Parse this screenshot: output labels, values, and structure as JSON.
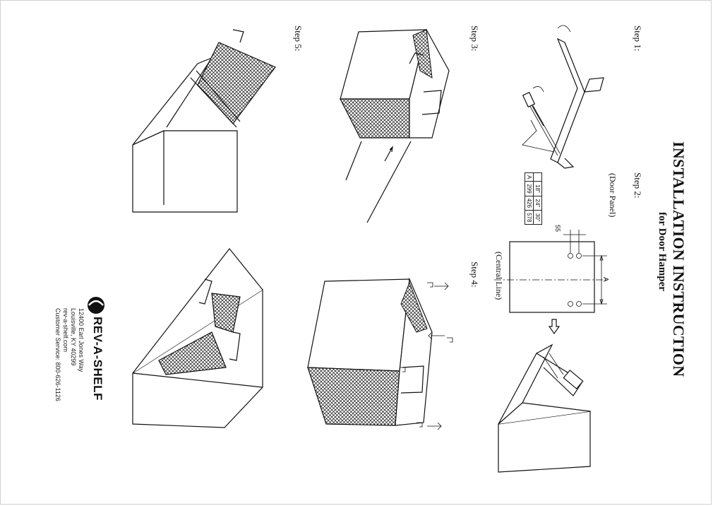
{
  "header": {
    "title": "INSTALLATION INSTRUCTION",
    "subtitle": "for Door Hamper"
  },
  "steps": {
    "step1": "Step 1:",
    "step2": "Step 2:",
    "step3": "Step 3:",
    "step4": "Step 4:",
    "step5": "Step 5:"
  },
  "door_panel_drawing": {
    "label": "(Door Panel)",
    "central_line_label": "(Central Line)",
    "dimension_55": "55",
    "dimension_a": "A"
  },
  "size_table": {
    "headers": [
      "18\"",
      "24\"",
      "30\""
    ],
    "row_label": "A",
    "values": [
      "299",
      "426",
      "578"
    ]
  },
  "footer": {
    "brand": "REV-A-SHELF",
    "address_lines": [
      "12400 Earl Jones Way",
      "Louisville, KY 40299",
      "rev-a-shelf.com",
      "Customer Service: 800-626-1126"
    ]
  }
}
